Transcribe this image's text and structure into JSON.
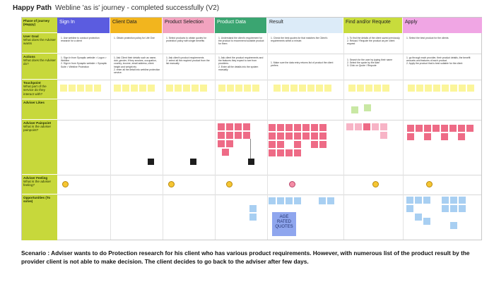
{
  "header": {
    "title": "Happy Path",
    "subtitle": "Webline 'as is' journey - completed successfully (V2)"
  },
  "rows": [
    {
      "label": "Phase of journey (Happy)"
    },
    {
      "label": "User Goal",
      "sub": "What does the Adviser wants"
    },
    {
      "label": "Actions",
      "sub": "What does the Adviser do?"
    },
    {
      "label": "Touchpoint",
      "sub": "What part of the service do they interact with?"
    },
    {
      "label": "Adviser Likes",
      "sub": ""
    },
    {
      "label": "Adviser Painpoint",
      "sub": "What is the adviser painpoint?"
    },
    {
      "label": "Adviser Feeling",
      "sub": "What is the adviser feeling?"
    },
    {
      "label": "Opportunities (To solve)",
      "sub": ""
    }
  ],
  "phases": [
    {
      "label": "Sign In",
      "color": "#5b5ce0",
      "text_color": "#ffffff"
    },
    {
      "label": "Client Data",
      "color": "#f2b51e",
      "text_color": "#222222"
    },
    {
      "label": "Product Selection",
      "color": "#f2a3bf",
      "text_color": "#222222"
    },
    {
      "label": "Product Data",
      "color": "#3aa571",
      "text_color": "#ffffff"
    },
    {
      "label": "Result",
      "color": "#dcebf8",
      "text_color": "#222222"
    },
    {
      "label": "Find and/or Requote",
      "color": "#c8dc3c",
      "text_color": "#222222"
    },
    {
      "label": "Apply",
      "color": "#f0a6e4",
      "text_color": "#222222"
    }
  ],
  "goals": [
    "1. Use webline to conduct protection research for a client",
    "1. Obtain protection policy for Life One",
    "1. Select products to obtain quotes for protection policy with single benefits",
    "1. Understand the client's requirement for the product to recommend suitable product for them",
    "1. Check the best quotes for that matches the Client's requirements within a minute.",
    "1. To find the details of the client saved previously.\n2. Reload / Requote the product as per client request",
    "1. Select the best product for the clients"
  ],
  "actions": [
    "1. Sign In from Synaptic website > Logon > Webline\n2. Sign in from Synaptic website > Synaptic Suite > Webline Protection",
    "1. Ask Client their details such as name, dob, gender, if they smokes, occupation, country, income, email address, client height and weight etc.\n2. enter all the detail into webline protection service.",
    "1. Ask client's product requirements\n2. select all the required product from the list manually",
    "1. Ask client the product requirements and the features they expect to see from providers.\n2. Enter all the details into the system manually",
    "1. Make sure the data entry returns list of product the client prefers",
    "1. Search for the user by typing their name\n2. Select the quote by the date\n3. Click on Quote / Requote",
    "1. go through each provider, their product details, the benefit amounts and features of each product.\n2. Apply the product that is best suitable for the client"
  ],
  "opportunity_note": "AGE RATED QUOTES",
  "scenario": "Scenario : Adviser wants to do Protection research for his client who has various product requirements. However, with numerous list of the product result by the provider client is not able to make decision. The client decides to go back to the adviser after few days."
}
